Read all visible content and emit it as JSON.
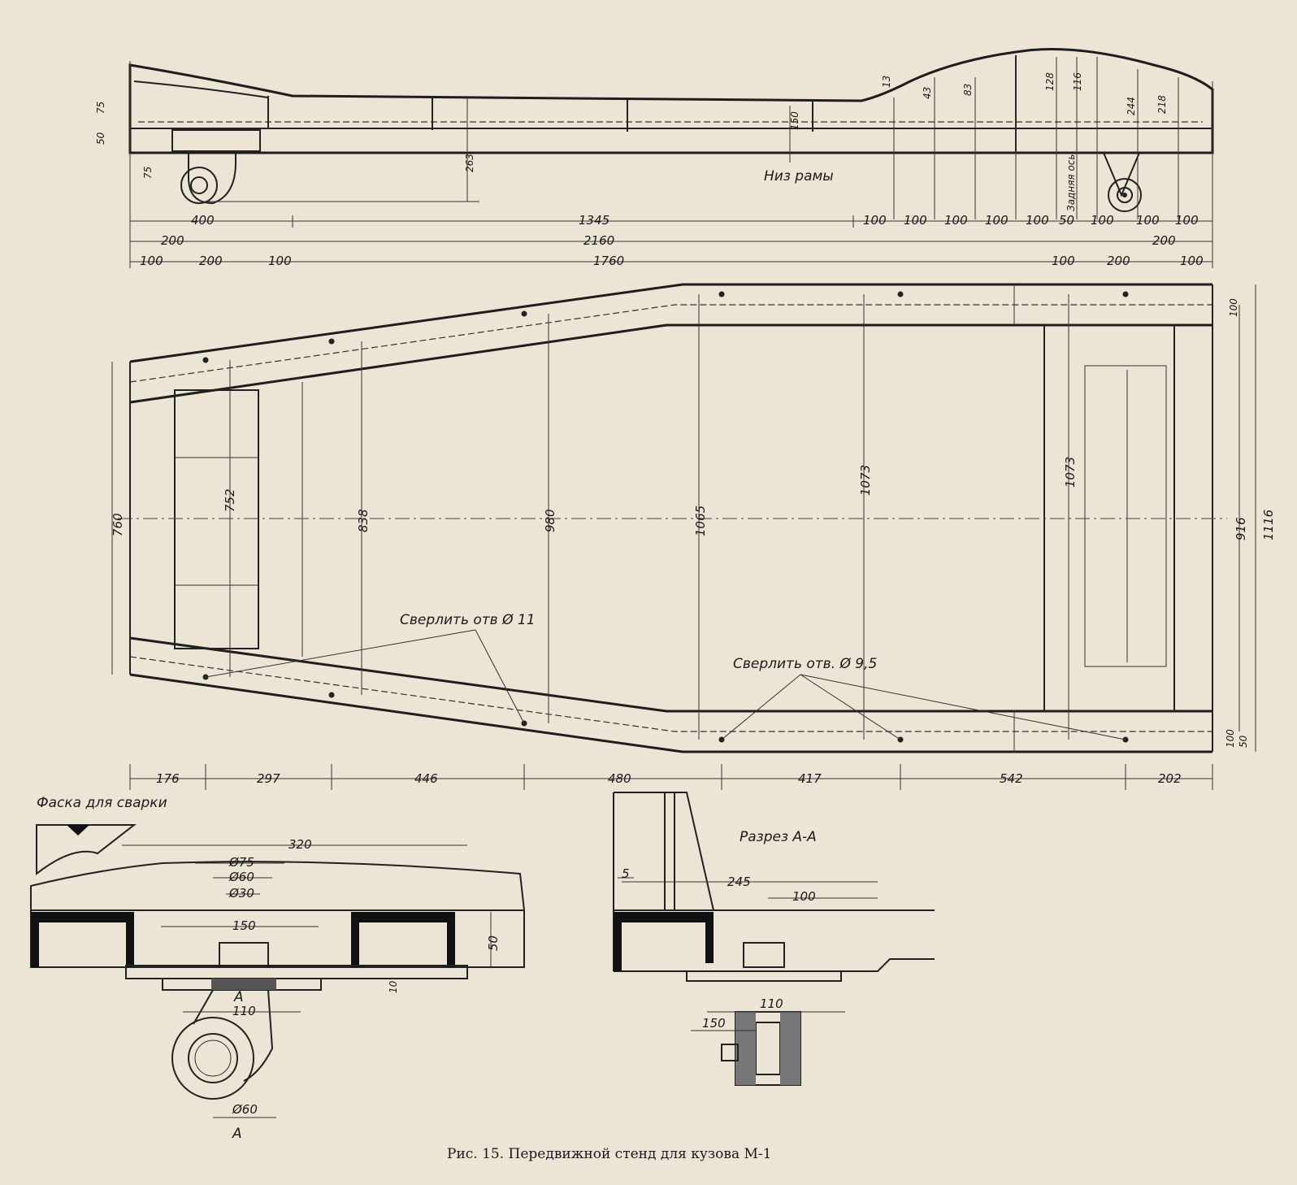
{
  "side_view": {
    "dims": {
      "d75": "75",
      "d50": "50",
      "d75w": "75",
      "d263": "263",
      "d150": "150",
      "d13": "13",
      "d43": "43",
      "d83": "83",
      "d128": "128",
      "d116": "116",
      "d244": "244",
      "d218": "218"
    },
    "labels": {
      "frame_bottom": "Низ рамы",
      "rear_axle": "Задняя ось"
    }
  },
  "horizontal_dims": {
    "row1": {
      "a": "400",
      "b": "1345",
      "steps": [
        "100",
        "100",
        "100",
        "100",
        "100",
        "50",
        "100",
        "100",
        "100"
      ]
    },
    "row2": {
      "a": "200",
      "b": "2160",
      "c": "200"
    },
    "row3": [
      "100",
      "200",
      "100",
      "1760",
      "100",
      "200",
      "100"
    ],
    "bottom": [
      "176",
      "297",
      "446",
      "480",
      "417",
      "542",
      "202"
    ]
  },
  "plan_view": {
    "dims": {
      "d760": "760",
      "d752": "752",
      "d838": "838",
      "d980": "980",
      "d1065": "1065",
      "d1073a": "1073",
      "d1073b": "1073",
      "d916": "916",
      "d1116": "1116",
      "d100top": "100",
      "d100bot": "100",
      "d50bot": "50"
    },
    "notes": {
      "drill11": "Сверлить отв Ø 11",
      "drill95": "Сверлить отв. Ø 9,5"
    }
  },
  "detail_left": {
    "label": "Фаска для сварки",
    "dims": {
      "d320": "320",
      "d75": "Ø75",
      "d60": "Ø60",
      "d30": "Ø30",
      "d150": "150",
      "d50": "50",
      "d10": "10",
      "d110": "110",
      "dwheel60": "Ø60",
      "markA1": "A",
      "markA2": "A"
    }
  },
  "section": {
    "title": "Разрез А-А",
    "dims": {
      "d5": "5",
      "d245": "245",
      "d100": "100",
      "d110": "110",
      "d150": "150"
    }
  },
  "caption": "Рис. 15. Передвижной стенд для кузова М-1"
}
